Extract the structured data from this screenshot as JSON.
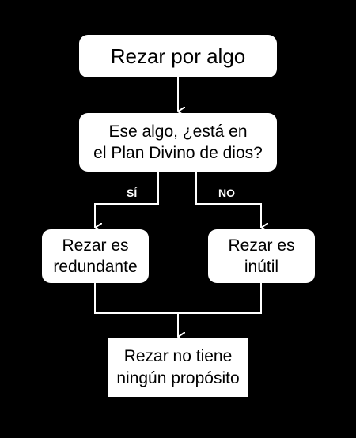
{
  "diagram": {
    "start": {
      "text": "Rezar por algo"
    },
    "question": {
      "lines": [
        "Ese algo, ¿está en",
        "el Plan Divino de dios?"
      ]
    },
    "branch_yes": {
      "label": "SÍ",
      "lines": [
        "Rezar es",
        "redundante"
      ]
    },
    "branch_no": {
      "label": "NO",
      "lines": [
        "Rezar es",
        "inútil"
      ]
    },
    "conclusion": {
      "lines": [
        "Rezar no tiene",
        "ningún propósito"
      ]
    }
  },
  "colors": {
    "background": "#000000",
    "box_fill": "#ffffff",
    "connector": "#ffffff",
    "text": "#000000"
  }
}
